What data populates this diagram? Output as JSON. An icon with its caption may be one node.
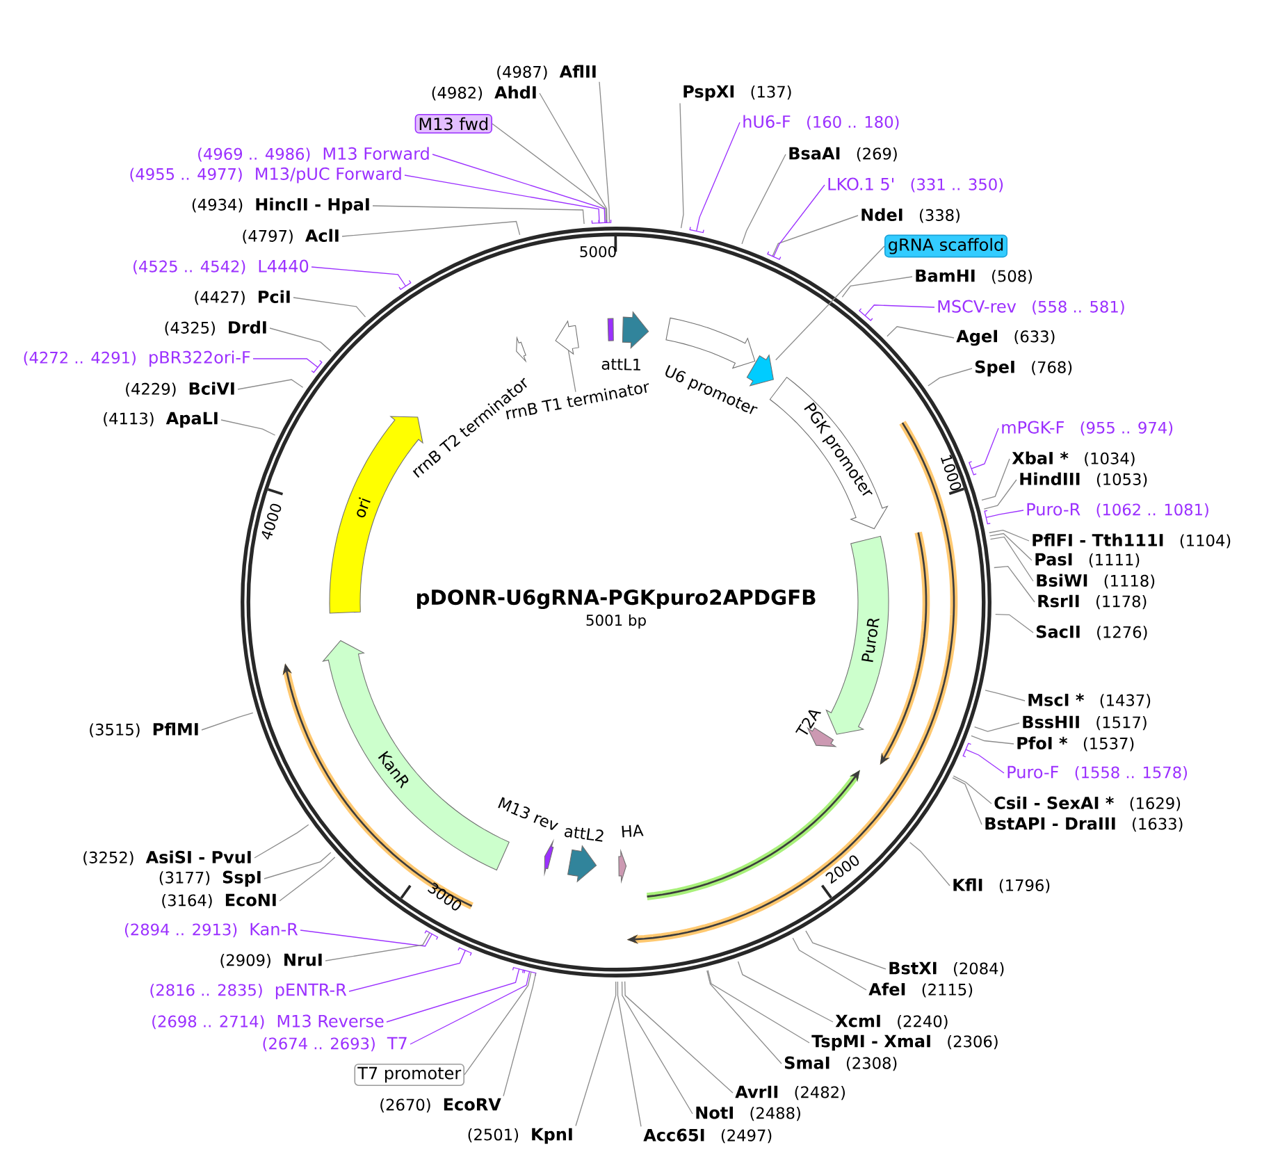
{
  "diagram": {
    "title": "pDONR-U6gRNA-PGKpuro2APDGFB",
    "nodes": [
      {
        "text": [
          "(4987)",
          "AflII"
        ]
      },
      {
        "text": [
          "(4982)",
          "AhdI"
        ]
      },
      {
        "text": [
          "M13 fwd"
        ]
      },
      {
        "text": [
          "(4969 .. 4986)",
          "M13 Forward"
        ]
      },
      {
        "text": [
          "(4955 .. 4977)",
          "M13/pUC Forward"
        ]
      },
      {
        "text": [
          "(4934)",
          "HincII - HpaI"
        ]
      },
      {
        "text": [
          "(4797)",
          "AclI"
        ]
      },
      {
        "text": [
          "(4525 .. 4542)",
          "L4440"
        ]
      },
      {
        "text": [
          "(4427)",
          "PciI"
        ]
      },
      {
        "text": [
          "(4325)",
          "DrdI"
        ]
      },
      {
        "text": [
          "(4272 .. 4291)",
          "pBR322ori-F"
        ]
      },
      {
        "text": [
          "(4229)",
          "BciVI"
        ]
      },
      {
        "text": [
          "(4113)",
          "ApaLI"
        ]
      },
      {
        "text": [
          "(3515)",
          "PflMI"
        ]
      },
      {
        "text": [
          "(3252)",
          "AsiSI - PvuI"
        ]
      },
      {
        "text": [
          "(3177)",
          "SspI"
        ]
      },
      {
        "text": [
          "(3164)",
          "EcoNI"
        ]
      },
      {
        "text": [
          "(2894 .. 2913)",
          "Kan-R"
        ]
      },
      {
        "text": [
          "(2909)",
          "NruI"
        ]
      },
      {
        "text": [
          "(2816 .. 2835)",
          "pENTR-R"
        ]
      },
      {
        "text": [
          "(2698 .. 2714)",
          "M13 Reverse"
        ]
      },
      {
        "text": [
          "(2674 .. 2693)",
          "T7"
        ]
      },
      {
        "text": [
          "T7 promoter"
        ]
      },
      {
        "text": [
          "(2670)",
          "EcoRV"
        ]
      },
      {
        "text": [
          "(2501)",
          "KpnI"
        ]
      },
      {
        "text": [
          "Acc65I",
          "(2497)"
        ]
      },
      {
        "text": [
          "NotI",
          "(2488)"
        ]
      },
      {
        "text": [
          "AvrII",
          "(2482)"
        ]
      },
      {
        "text": [
          "SmaI",
          "(2308)"
        ]
      },
      {
        "text": [
          "TspMI - XmaI",
          "(2306)"
        ]
      },
      {
        "text": [
          "XcmI",
          "(2240)"
        ]
      },
      {
        "text": [
          "AfeI",
          "(2115)"
        ]
      },
      {
        "text": [
          "BstXI",
          "(2084)"
        ]
      },
      {
        "text": [
          "KflI",
          "(1796)"
        ]
      },
      {
        "text": [
          "BstAPI - DraIII",
          "(1633)"
        ]
      },
      {
        "text": [
          "CsiI - SexAI *",
          "(1629)"
        ]
      },
      {
        "text": [
          "Puro-F",
          "(1558 .. 1578)"
        ]
      },
      {
        "text": [
          "PfoI *",
          "(1537)"
        ]
      },
      {
        "text": [
          "BssHII",
          "(1517)"
        ]
      },
      {
        "text": [
          "MscI *",
          "(1437)"
        ]
      },
      {
        "text": [
          "SacII",
          "(1276)"
        ]
      },
      {
        "text": [
          "RsrII",
          "(1178)"
        ]
      },
      {
        "text": [
          "BsiWI",
          "(1118)"
        ]
      },
      {
        "text": [
          "PasI",
          "(1111)"
        ]
      },
      {
        "text": [
          "PflFI - Tth111I",
          "(1104)"
        ]
      },
      {
        "text": [
          "Puro-R",
          "(1062 .. 1081)"
        ]
      },
      {
        "text": [
          "HindIII",
          "(1053)"
        ]
      },
      {
        "text": [
          "XbaI *",
          "(1034)"
        ]
      },
      {
        "text": [
          "mPGK-F",
          "(955 .. 974)"
        ]
      },
      {
        "text": [
          "SpeI",
          "(768)"
        ]
      },
      {
        "text": [
          "AgeI",
          "(633)"
        ]
      },
      {
        "text": [
          "MSCV-rev",
          "(558 .. 581)"
        ]
      },
      {
        "text": [
          "BamHI",
          "(508)"
        ]
      },
      {
        "text": [
          "gRNA scaffold"
        ]
      },
      {
        "text": [
          "NdeI",
          "(338)"
        ]
      },
      {
        "text": [
          "LKO.1 5'",
          "(331 .. 350)"
        ]
      },
      {
        "text": [
          "BsaAI",
          "(269)"
        ]
      },
      {
        "text": [
          "hU6-F",
          "(160 .. 180)"
        ]
      },
      {
        "text": [
          "PspXI",
          "(137)"
        ]
      },
      {
        "text": [
          "ori"
        ]
      },
      {
        "text": [
          "KanR"
        ]
      },
      {
        "text": [
          "PuroR"
        ]
      },
      {
        "text": [
          "PGK promoter"
        ]
      },
      {
        "text": [
          "U6 promoter"
        ]
      },
      {
        "text": [],
        "shape": "arrow"
      },
      {
        "text": [
          "attL1"
        ]
      },
      {
        "text": [
          "rrnB T1 terminator"
        ]
      },
      {
        "text": [
          "rrnB T2 terminator"
        ]
      },
      {
        "text": [],
        "shape": "bar"
      },
      {
        "text": [
          "T2A"
        ]
      },
      {
        "text": [
          "M13 rev"
        ]
      },
      {
        "text": [
          "attL2"
        ]
      },
      {
        "text": [
          "HA"
        ]
      },
      {
        "text": [],
        "shape": "arrow"
      }
    ],
    "edges": [
      {
        "from": 0,
        "to": null,
        "arrow": "none"
      },
      {
        "from": 1,
        "to": null,
        "arrow": "none"
      },
      {
        "from": 2,
        "to": null,
        "arrow": "none"
      },
      {
        "from": 3,
        "to": null,
        "arrow": "none",
        "color": "#9b30ff"
      },
      {
        "from": 4,
        "to": null,
        "arrow": "none",
        "color": "#9b30ff"
      },
      {
        "from": 5,
        "to": null,
        "arrow": "none"
      },
      {
        "from": 6,
        "to": null,
        "arrow": "none"
      },
      {
        "from": 7,
        "to": null,
        "arrow": "none",
        "color": "#9b30ff"
      },
      {
        "from": 8,
        "to": null,
        "arrow": "none"
      },
      {
        "from": 9,
        "to": null,
        "arrow": "none"
      },
      {
        "from": 10,
        "to": null,
        "arrow": "none",
        "color": "#9b30ff"
      },
      {
        "from": 11,
        "to": null,
        "arrow": "none"
      },
      {
        "from": 12,
        "to": null,
        "arrow": "none"
      },
      {
        "from": 13,
        "to": null,
        "arrow": "none"
      },
      {
        "from": 14,
        "to": null,
        "arrow": "none"
      },
      {
        "from": 15,
        "to": null,
        "arrow": "none"
      },
      {
        "from": 16,
        "to": null,
        "arrow": "none"
      },
      {
        "from": 17,
        "to": null,
        "arrow": "none",
        "color": "#9b30ff"
      },
      {
        "from": 18,
        "to": null,
        "arrow": "none"
      },
      {
        "from": 19,
        "to": null,
        "arrow": "none",
        "color": "#9b30ff"
      },
      {
        "from": 20,
        "to": null,
        "arrow": "none",
        "color": "#9b30ff"
      },
      {
        "from": 21,
        "to": null,
        "arrow": "none",
        "color": "#9b30ff"
      },
      {
        "from": 22,
        "to": null,
        "arrow": "none"
      },
      {
        "from": 23,
        "to": null,
        "arrow": "none"
      },
      {
        "from": 24,
        "to": null,
        "arrow": "none"
      },
      {
        "from": 25,
        "to": null,
        "arrow": "none"
      },
      {
        "from": 26,
        "to": null,
        "arrow": "none"
      },
      {
        "from": 27,
        "to": null,
        "arrow": "none"
      },
      {
        "from": 28,
        "to": null,
        "arrow": "none"
      },
      {
        "from": 29,
        "to": null,
        "arrow": "none"
      },
      {
        "from": 30,
        "to": null,
        "arrow": "none"
      },
      {
        "from": 31,
        "to": null,
        "arrow": "none"
      },
      {
        "from": 32,
        "to": null,
        "arrow": "none"
      },
      {
        "from": 33,
        "to": null,
        "arrow": "none"
      },
      {
        "from": 34,
        "to": null,
        "arrow": "none"
      },
      {
        "from": 35,
        "to": null,
        "arrow": "none"
      },
      {
        "from": 36,
        "to": null,
        "arrow": "none",
        "color": "#9b30ff"
      },
      {
        "from": 37,
        "to": null,
        "arrow": "none"
      },
      {
        "from": 38,
        "to": null,
        "arrow": "none"
      },
      {
        "from": 39,
        "to": null,
        "arrow": "none"
      },
      {
        "from": 40,
        "to": null,
        "arrow": "none"
      },
      {
        "from": 41,
        "to": null,
        "arrow": "none"
      },
      {
        "from": 42,
        "to": null,
        "arrow": "none"
      },
      {
        "from": 43,
        "to": null,
        "arrow": "none"
      },
      {
        "from": 44,
        "to": null,
        "arrow": "none"
      },
      {
        "from": 45,
        "to": null,
        "arrow": "none",
        "color": "#9b30ff"
      },
      {
        "from": 46,
        "to": null,
        "arrow": "none"
      },
      {
        "from": 47,
        "to": null,
        "arrow": "none"
      },
      {
        "from": 48,
        "to": null,
        "arrow": "none",
        "color": "#9b30ff"
      },
      {
        "from": 49,
        "to": null,
        "arrow": "none"
      },
      {
        "from": 50,
        "to": null,
        "arrow": "none"
      },
      {
        "from": 51,
        "to": null,
        "arrow": "none",
        "color": "#9b30ff"
      },
      {
        "from": 52,
        "to": null,
        "arrow": "none"
      },
      {
        "from": 53,
        "to": 64,
        "arrow": "none"
      },
      {
        "from": 54,
        "to": null,
        "arrow": "none"
      },
      {
        "from": 55,
        "to": null,
        "arrow": "none",
        "color": "#9b30ff"
      },
      {
        "from": 56,
        "to": null,
        "arrow": "none"
      },
      {
        "from": 57,
        "to": null,
        "arrow": "none",
        "color": "#9b30ff"
      },
      {
        "from": 58,
        "to": null,
        "arrow": "none"
      },
      {
        "from": 66,
        "to": 73,
        "arrow": "none"
      }
    ],
    "labels": [
      "5000",
      "1000",
      "4000",
      "5001 bp",
      "2000",
      "3000"
    ]
  }
}
